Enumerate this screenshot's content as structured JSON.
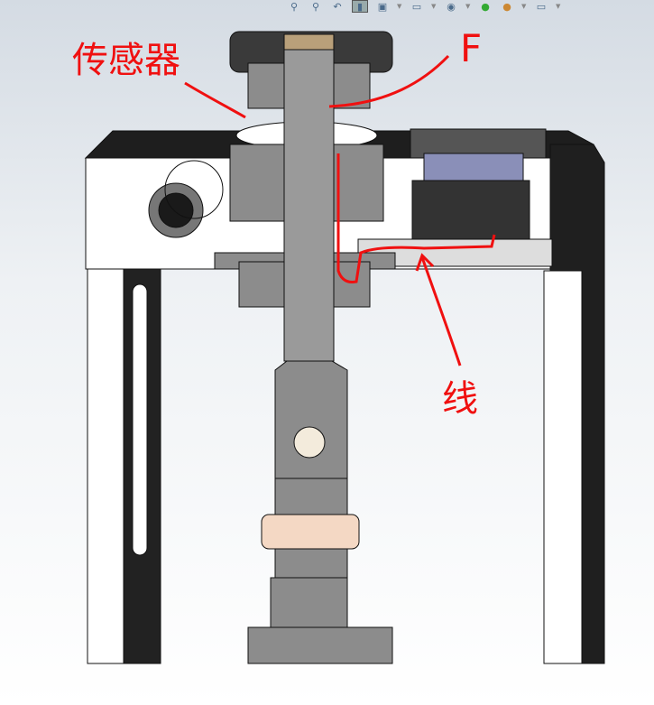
{
  "toolbar": {
    "icons": [
      "zoom-to-fit-icon",
      "zoom-area-icon",
      "previous-view-icon",
      "section-view-icon",
      "view-orientation-icon",
      "display-style-icon",
      "hide-show-icon",
      "edit-appearance-icon",
      "scene-icon",
      "display-monitor-icon"
    ]
  },
  "annotations": {
    "sensor_label": "传感器",
    "force_label": "F",
    "wire_label": "线"
  },
  "colors": {
    "annotation": "#f01010",
    "part": "#8c8c8c",
    "frame_face": "#ffffff",
    "frame_edge": "#1e1e1e"
  }
}
